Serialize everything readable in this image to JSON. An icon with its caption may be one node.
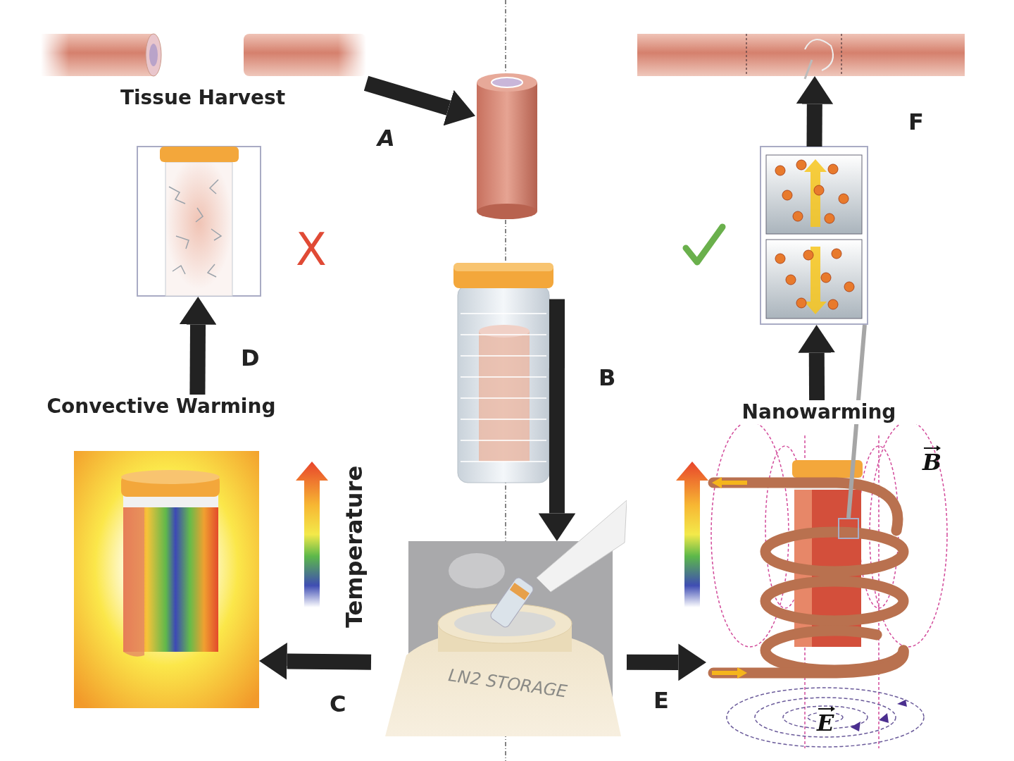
{
  "diagram": {
    "nodes": [
      {
        "text": [
          "Tissue Harvest"
        ]
      },
      {
        "text": [],
        "shape": "picture"
      },
      {
        "text": [],
        "shape": "picture"
      },
      {
        "text": [
          "LN2 STORAGE"
        ]
      },
      {
        "text": [
          "Convective Warming"
        ]
      },
      {
        "text": [],
        "shape": "picture"
      },
      {
        "text": [
          "Nanowarming"
        ]
      },
      {
        "text": [],
        "shape": "picture"
      },
      {
        "text": [],
        "shape": "picture"
      },
      {
        "text": [],
        "shape": "box",
        "in": 6
      }
    ],
    "edges": [
      {
        "from": 0,
        "to": 1,
        "arrow": "to",
        "label": "A"
      },
      {
        "from": 2,
        "to": 3,
        "arrow": "to",
        "label": "B"
      },
      {
        "from": 3,
        "to": 4,
        "arrow": "to",
        "label": "C"
      },
      {
        "from": 4,
        "to": 5,
        "arrow": "to",
        "label": "D"
      },
      {
        "from": 3,
        "to": 6,
        "arrow": "to",
        "label": "E"
      },
      {
        "from": 6,
        "to": 7,
        "arrow": "to"
      },
      {
        "from": 7,
        "to": 8,
        "arrow": "to",
        "label": "F"
      },
      {
        "from": 7,
        "to": 9,
        "arrow": "none",
        "color": "#a6a6a6"
      }
    ],
    "labels": [
      "X",
      "Temperature",
      "B",
      "E"
    ]
  }
}
